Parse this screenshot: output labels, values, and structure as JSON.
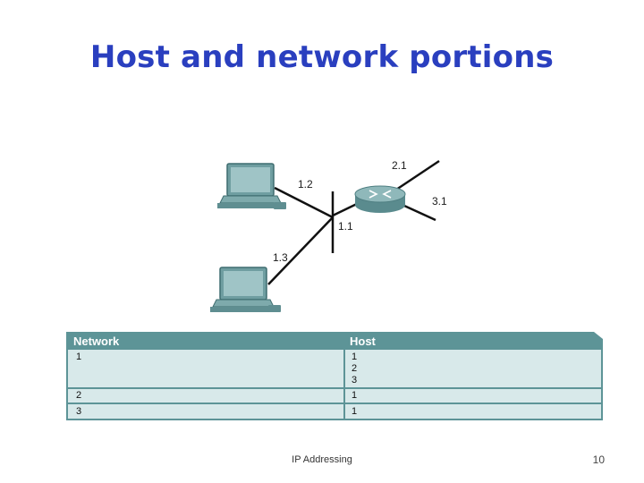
{
  "slide": {
    "title": "Host and network portions",
    "footer": "IP Addressing",
    "page_number": "10"
  },
  "diagram": {
    "labels": {
      "pc1": "1.2",
      "pc2": "1.3",
      "router_lan": "1.1",
      "router_wan1": "2.1",
      "router_wan2": "3.1"
    }
  },
  "table": {
    "headers": {
      "network": "Network",
      "host": "Host"
    },
    "rows": [
      {
        "network": "1",
        "hosts": [
          "1",
          "2",
          "3"
        ]
      },
      {
        "network": "2",
        "hosts": [
          "1"
        ]
      },
      {
        "network": "3",
        "hosts": [
          "1"
        ]
      }
    ]
  }
}
